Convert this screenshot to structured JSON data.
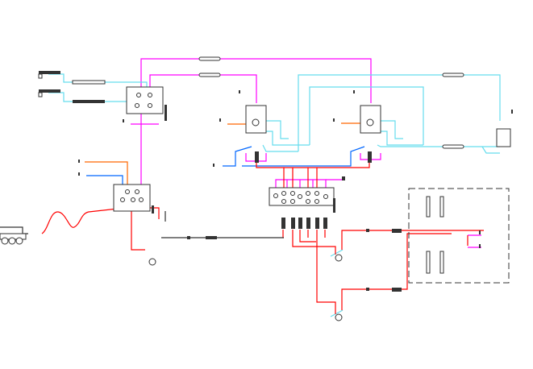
{
  "diagram": {
    "type": "process-flow-diagram",
    "colors": {
      "magenta_line": "#ff00ff",
      "cyan_line": "#66ddee",
      "blue_line": "#0066ff",
      "orange_line": "#ff6600",
      "red_line": "#ff0000",
      "black_line": "#333333",
      "background": "#ffffff"
    },
    "components": [
      "feed-tank",
      "heat-exchanger",
      "valve-manifold",
      "reactor-tank",
      "pump",
      "filter",
      "trailer",
      "dashed-package-area"
    ]
  }
}
